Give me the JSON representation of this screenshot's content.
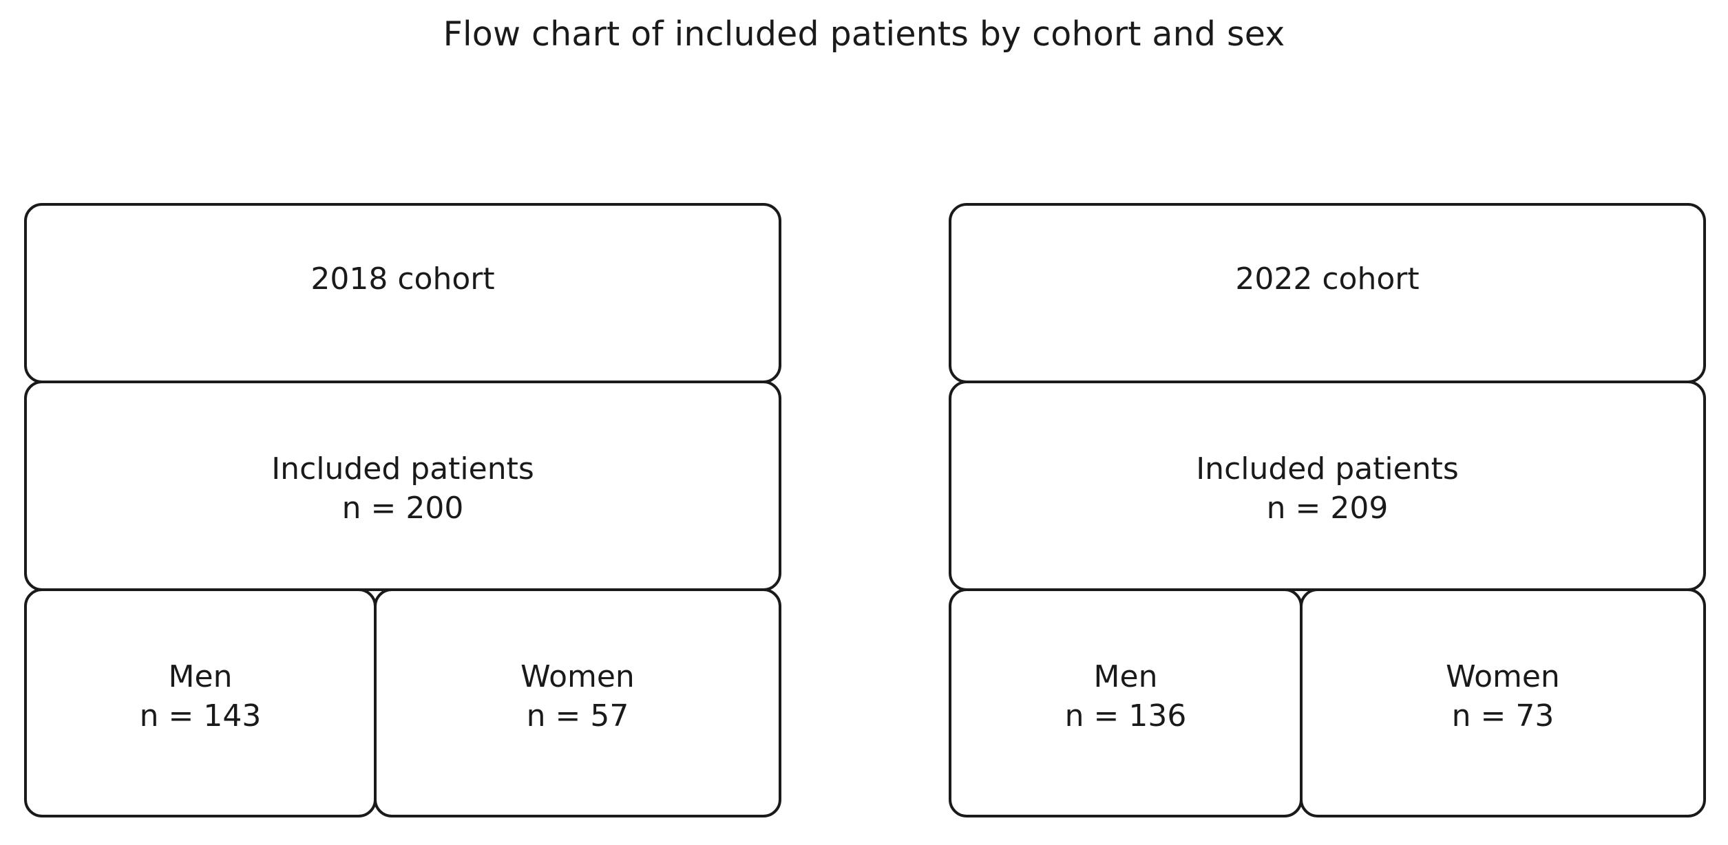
{
  "title": "Flow chart of included patients by cohort and sex",
  "chart_data": {
    "type": "diagram",
    "title": "Flow chart of included patients by cohort and sex",
    "layout": "two parallel vertical flow columns, each with three stacked levels",
    "levels": [
      "cohort",
      "included patients",
      "sex"
    ],
    "groups": [
      {
        "cohort": "2018 cohort",
        "included_label": "Included patients",
        "included_n": 200,
        "included_text": "Included patients\nn = 200",
        "sexes": [
          {
            "label": "Men",
            "n": 143,
            "text": "Men\nn = 143"
          },
          {
            "label": "Women",
            "n": 57,
            "text": "Women\nn = 57"
          }
        ]
      },
      {
        "cohort": "2022 cohort",
        "included_label": "Included patients",
        "included_n": 209,
        "included_text": "Included patients\nn = 209",
        "sexes": [
          {
            "label": "Men",
            "n": 136,
            "text": "Men\nn = 136"
          },
          {
            "label": "Women",
            "n": 73,
            "text": "Women\nn = 73"
          }
        ]
      }
    ],
    "colors": {
      "background": "#ffffff",
      "box_border": "#1a1a1a",
      "box_fill": "#ffffff",
      "text": "#1a1a1a"
    }
  }
}
